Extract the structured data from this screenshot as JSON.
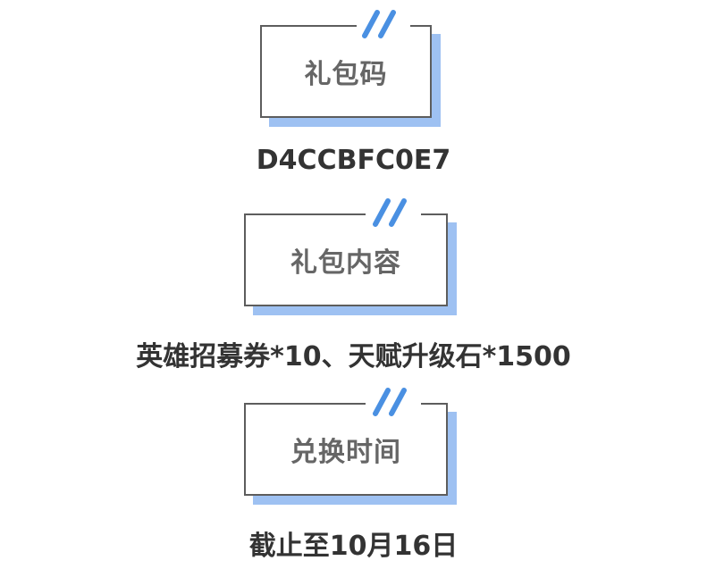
{
  "sections": [
    {
      "title": "礼包码",
      "value": "D4CCBFC0E7"
    },
    {
      "title": "礼包内容",
      "value": "英雄招募券*10、天赋升级石*1500"
    },
    {
      "title": "兑换时间",
      "value": "截止至10月16日"
    }
  ],
  "colors": {
    "accent_shadow": "#9ec1f2",
    "accent_slash": "#4a90e2",
    "frame_border": "#5d5d5d",
    "title_text": "#666666",
    "value_text": "#333333"
  }
}
